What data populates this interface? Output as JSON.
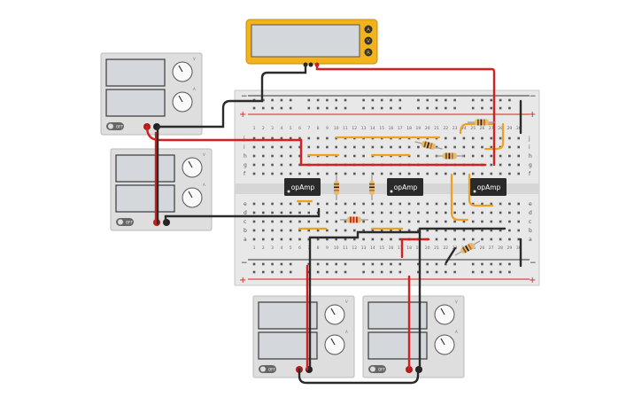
{
  "multimeter": {
    "buttons": [
      "A",
      "V",
      "R"
    ],
    "body_color": "#f2b31c",
    "display_color": "#d4d8dc"
  },
  "power_supply": {
    "off_label": "OFF",
    "knob_v_label": "V",
    "knob_a_label": "A",
    "body_color": "#dedede"
  },
  "breadboard": {
    "body_color": "#e8e8e8",
    "plus_label": "+",
    "minus_label": "−",
    "row_letters_top": [
      "j",
      "i",
      "h",
      "g",
      "f"
    ],
    "row_letters_bottom": [
      "e",
      "d",
      "c",
      "b",
      "a"
    ],
    "column_numbers": [
      "1",
      "2",
      "3",
      "4",
      "5",
      "6",
      "7",
      "8",
      "9",
      "10",
      "11",
      "12",
      "13",
      "14",
      "15",
      "16",
      "17",
      "18",
      "19",
      "20",
      "21",
      "22",
      "23",
      "24",
      "25",
      "26",
      "27",
      "28",
      "29",
      "30"
    ],
    "rail_red": "#d42020",
    "rail_black": "#333333"
  },
  "chips": [
    {
      "label": "opAmp"
    },
    {
      "label": "opAmp"
    },
    {
      "label": "opAmp"
    }
  ],
  "wire_colors": {
    "red": "#d42020",
    "black": "#2a2a2a",
    "orange": "#f0a020"
  }
}
